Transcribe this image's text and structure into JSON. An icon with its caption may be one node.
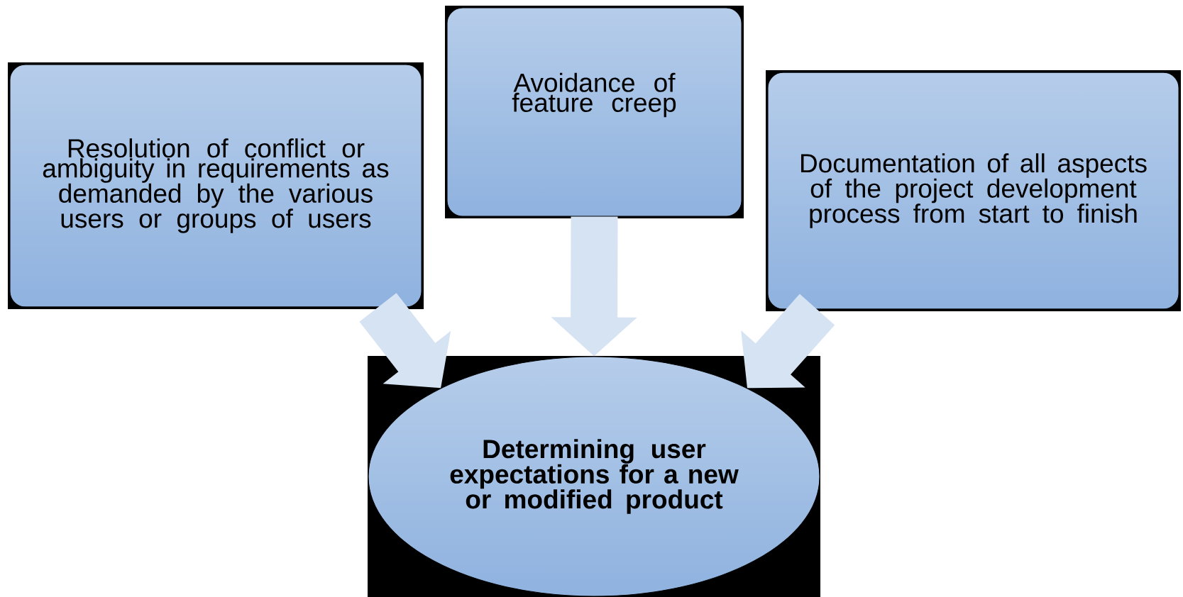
{
  "diagram": {
    "nodes": [
      {
        "text": [
          "Resolution of conflict or ambiguity in requirements as demanded by the various users or groups of users"
        ]
      },
      {
        "text": [
          "Avoidance of feature creep"
        ]
      },
      {
        "text": [
          "Documentation of all aspects of the project development process from start to finish"
        ]
      },
      {
        "text": [
          "Determining user expectations for a new or modified product"
        ]
      }
    ],
    "edges": [
      {
        "from": 0,
        "to": 3,
        "arrow": "to"
      },
      {
        "from": 1,
        "to": 3,
        "arrow": "to"
      },
      {
        "from": 2,
        "to": 3,
        "arrow": "to"
      }
    ]
  }
}
